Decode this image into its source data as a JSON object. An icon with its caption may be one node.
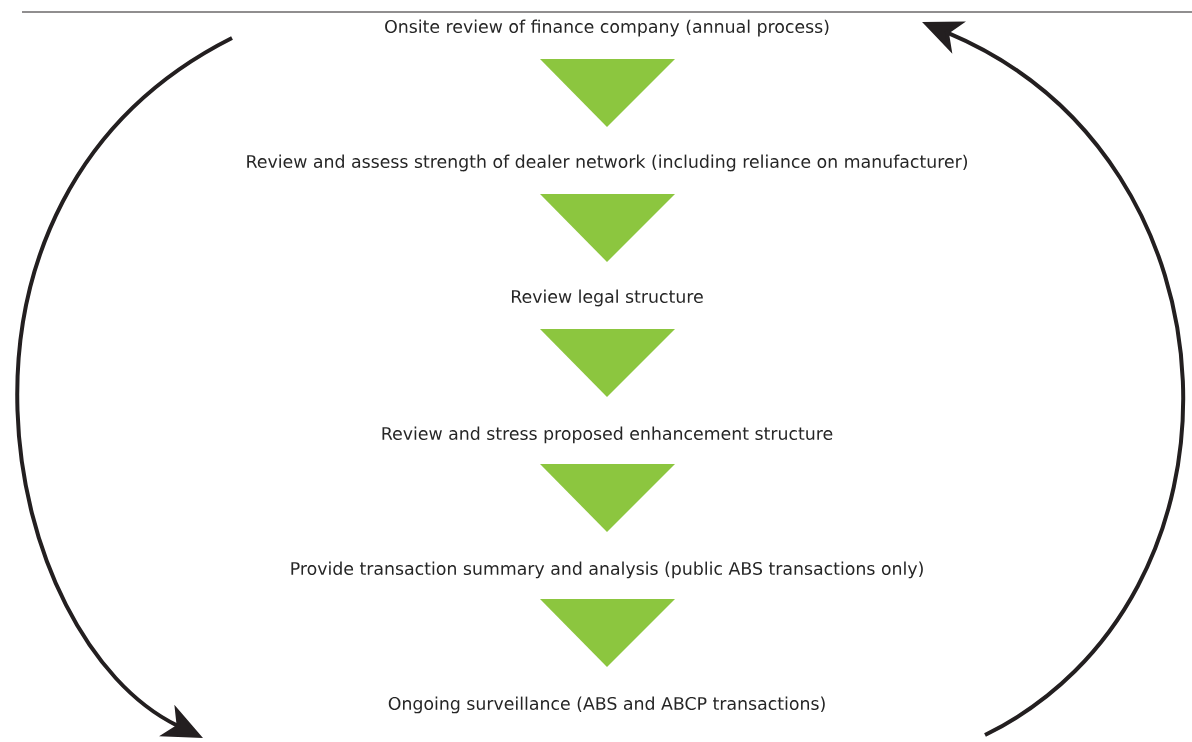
{
  "diagram": {
    "nodes": [
      {
        "text": [
          "Onsite review of finance company (annual process)"
        ]
      },
      {
        "text": [
          "Review and assess strength of dealer network (including reliance on manufacturer)"
        ]
      },
      {
        "text": [
          "Review legal structure"
        ]
      },
      {
        "text": [
          "Review and stress proposed enhancement structure"
        ]
      },
      {
        "text": [
          "Provide transaction summary and analysis (public ABS transactions only)"
        ]
      },
      {
        "text": [
          "Ongoing surveillance (ABS and ABCP transactions)"
        ]
      }
    ],
    "edges": [
      {
        "from": 0,
        "to": 1,
        "arrow": "to"
      },
      {
        "from": 1,
        "to": 2,
        "arrow": "to"
      },
      {
        "from": 2,
        "to": 3,
        "arrow": "to"
      },
      {
        "from": 3,
        "to": 4,
        "arrow": "to"
      },
      {
        "from": 4,
        "to": 5,
        "arrow": "to"
      }
    ]
  }
}
